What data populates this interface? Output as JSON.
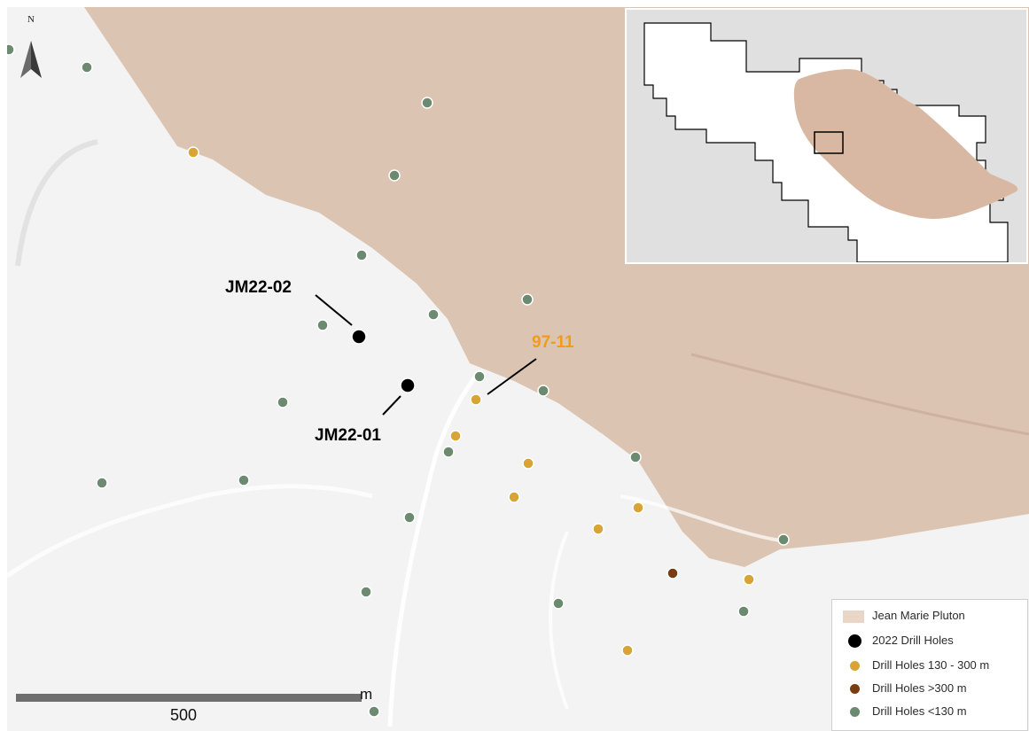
{
  "colors": {
    "pluton": "#d8bfae",
    "hillshade": "#f1f1f1",
    "drill_2022": "#000000",
    "drill_130_300": "#d9a436",
    "drill_gt_300": "#7a3d12",
    "drill_lt_130": "#6b8a6f",
    "label_97_11": "#f29a1c"
  },
  "north_arrow": {
    "letter": "N",
    "icon": "north-arrow-icon"
  },
  "scale_bar": {
    "value": "500",
    "unit": "m"
  },
  "labels": {
    "jm22_02": "JM22-02",
    "jm22_01": "JM22-01",
    "hole_97_11": "97-11"
  },
  "legend": [
    {
      "label": "Jean Marie Pluton",
      "symbol": "rect",
      "color": "#e9d6c6"
    },
    {
      "label": "2022 Drill Holes",
      "symbol": "circle",
      "color": "#000000"
    },
    {
      "label": "Drill Holes 130 - 300 m",
      "symbol": "circle",
      "color": "#d9a436"
    },
    {
      "label": "Drill Holes >300 m",
      "symbol": "circle",
      "color": "#7a3d12"
    },
    {
      "label": "Drill Holes <130 m",
      "symbol": "circle",
      "color": "#6b8a6f"
    }
  ]
}
